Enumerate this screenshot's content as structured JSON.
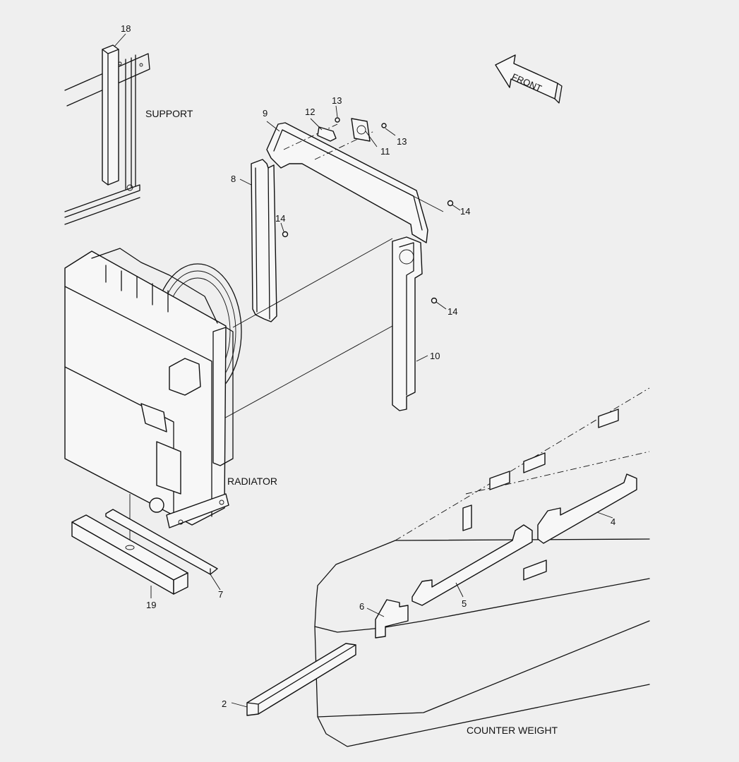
{
  "labels": {
    "support": "SUPPORT",
    "radiator": "RADIATOR",
    "counter_weight": "COUNTER WEIGHT",
    "front": "FRONT"
  },
  "callouts": {
    "c2": "2",
    "c4": "4",
    "c5": "5",
    "c6": "6",
    "c7": "7",
    "c8": "8",
    "c9": "9",
    "c10": "10",
    "c11": "11",
    "c12": "12",
    "c13a": "13",
    "c13b": "13",
    "c14a": "14",
    "c14b": "14",
    "c14c": "14",
    "c18": "18",
    "c19": "19"
  }
}
